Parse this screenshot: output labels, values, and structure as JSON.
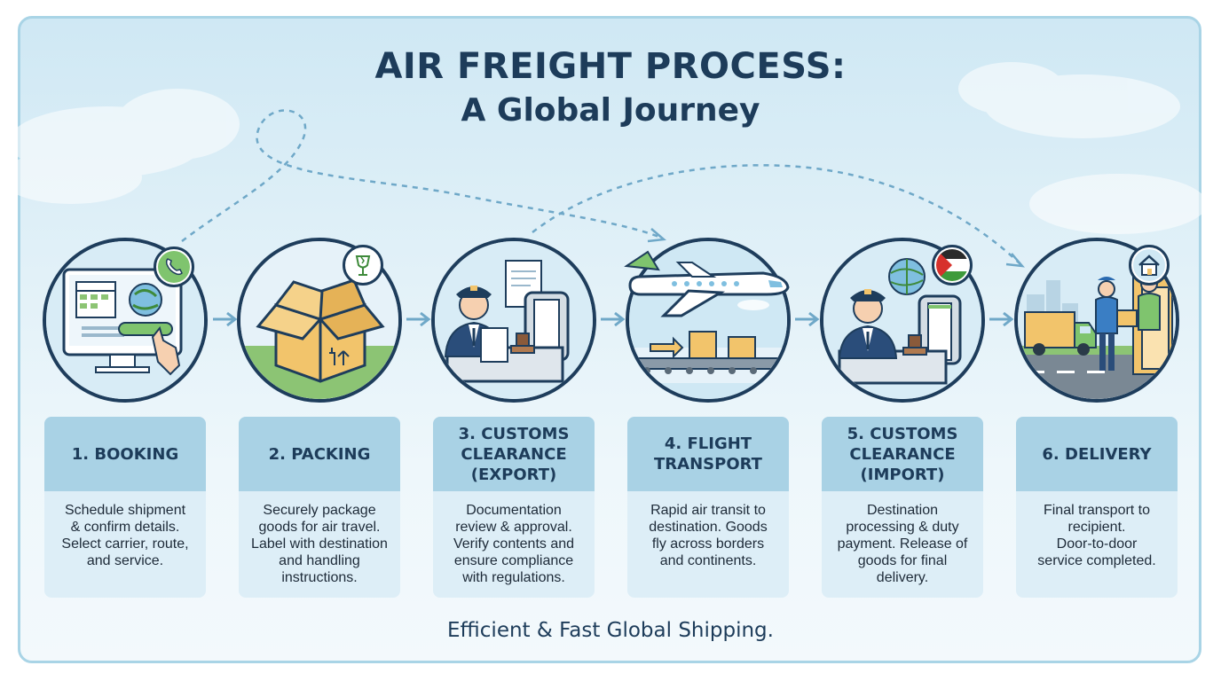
{
  "title": "AIR FREIGHT PROCESS:",
  "subtitle": "A Global Journey",
  "footer": "Efficient & Fast Global Shipping.",
  "colors": {
    "navy": "#1e3d5c",
    "card_header": "#a9d2e5",
    "card_body": "#ddeef7",
    "sky": "#cfe8f4",
    "box": "#f2c46b",
    "grass": "#8cc474"
  },
  "steps": [
    {
      "title": "1. BOOKING",
      "description": "Schedule shipment\n& confirm details.\nSelect carrier, route,\nand service.",
      "icon": "computer-booking-icon",
      "badge": "phone-icon"
    },
    {
      "title": "2. PACKING",
      "description": "Securely package\ngoods for air travel.\nLabel with destination\nand handling\ninstructions.",
      "icon": "open-box-icon",
      "badge": "fragile-glass-icon"
    },
    {
      "title": "3. CUSTOMS\nCLEARANCE\n(EXPORT)",
      "description": "Documentation\nreview & approval.\nVerify contents and\nensure compliance\nwith regulations.",
      "icon": "customs-officer-icon",
      "badge": ""
    },
    {
      "title": "4. FLIGHT\nTRANSPORT",
      "description": "Rapid air transit to\ndestination. Goods\nfly across borders\nand continents.",
      "icon": "airplane-icon",
      "badge": ""
    },
    {
      "title": "5. CUSTOMS\nCLEARANCE\n(IMPORT)",
      "description": "Destination\nprocessing & duty\npayment. Release of\ngoods for final\ndelivery.",
      "icon": "customs-officer-icon",
      "badge": "flag-icon"
    },
    {
      "title": "6. DELIVERY",
      "description": "Final transport to\nrecipient.\nDoor-to-door\nservice completed.",
      "icon": "delivery-truck-icon",
      "badge": "home-icon"
    }
  ]
}
